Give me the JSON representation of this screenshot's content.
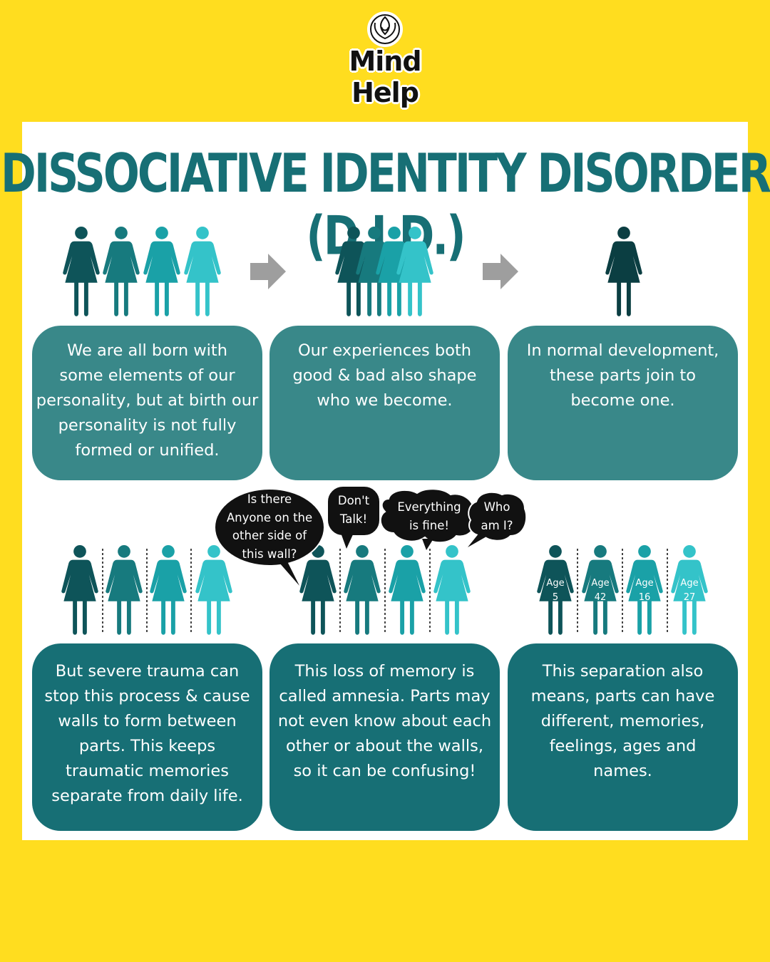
{
  "brand": {
    "line1": "Mind",
    "line2": "Help"
  },
  "title": "DISSOCIATIVE IDENTITY DISORDER (D.I.D.)",
  "colors": {
    "background": "#FFDD1F",
    "panel": "#FFFFFF",
    "title": "#176F75",
    "box_top": "#398889",
    "box_bottom": "#176F75",
    "figure_shades": [
      "#0E5459",
      "#177A7E",
      "#1AA1A7",
      "#34C3C9"
    ],
    "single_figure": "#0B3E42",
    "arrow": "#9E9E9E",
    "bubble": "#111111"
  },
  "steps": [
    {
      "lines": [
        "We are all born with",
        "some elements of our",
        "personality, but at birth our",
        "personality is not fully",
        "formed or unified."
      ]
    },
    {
      "lines": [
        "Our experiences both",
        "good & bad also shape",
        "who we become."
      ]
    },
    {
      "lines": [
        "In normal development,",
        "these parts join to",
        "become one."
      ]
    },
    {
      "lines": [
        "But severe trauma can",
        "stop this process & cause",
        "walls to form between",
        "parts. This keeps",
        "traumatic memories",
        "separate from daily life."
      ]
    },
    {
      "lines": [
        "This loss of memory is",
        "called amnesia. Parts may",
        "not even know about each",
        "other or about the walls,",
        "so it can be confusing!"
      ]
    },
    {
      "lines": [
        "This separation also",
        "means, parts can have",
        "different, memories,",
        "feelings, ages and",
        "names."
      ]
    }
  ],
  "bubbles": [
    {
      "lines": [
        "Is there",
        "Anyone on the",
        "other side of",
        "this wall?"
      ]
    },
    {
      "lines": [
        "Don't",
        "Talk!"
      ]
    },
    {
      "lines": [
        "Everything",
        "is fine!"
      ]
    },
    {
      "lines": [
        "Who",
        "am I?"
      ]
    }
  ],
  "ages": [
    {
      "label": "Age",
      "value": "5"
    },
    {
      "label": "Age",
      "value": "42"
    },
    {
      "label": "Age",
      "value": "16"
    },
    {
      "label": "Age",
      "value": "27"
    }
  ]
}
